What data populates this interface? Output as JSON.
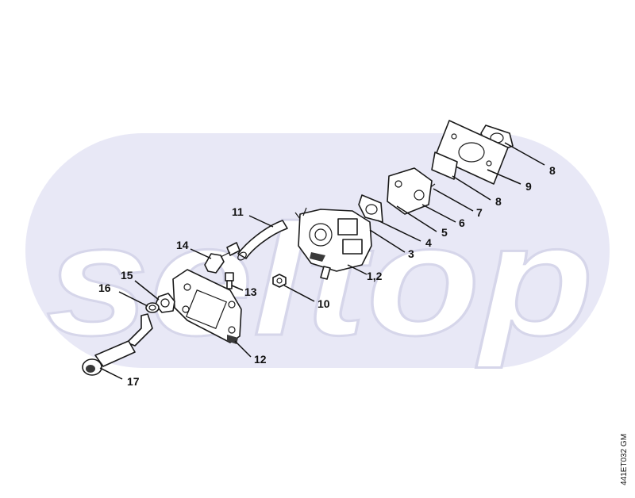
{
  "diagram": {
    "drawing_code": "441ET032 GM",
    "watermark": "seltop",
    "colors": {
      "watermark_fill": "#e8e8f6",
      "line": "#1a1a1a",
      "background": "#ffffff"
    },
    "callouts": [
      {
        "id": "c8a",
        "label": "8"
      },
      {
        "id": "c9",
        "label": "9"
      },
      {
        "id": "c8b",
        "label": "8"
      },
      {
        "id": "c7",
        "label": "7"
      },
      {
        "id": "c6",
        "label": "6"
      },
      {
        "id": "c5",
        "label": "5"
      },
      {
        "id": "c4",
        "label": "4"
      },
      {
        "id": "c3",
        "label": "3"
      },
      {
        "id": "c12a",
        "label": "1,2"
      },
      {
        "id": "c10",
        "label": "10"
      },
      {
        "id": "c11",
        "label": "11"
      },
      {
        "id": "c14",
        "label": "14"
      },
      {
        "id": "c13",
        "label": "13"
      },
      {
        "id": "c12",
        "label": "12"
      },
      {
        "id": "c15",
        "label": "15"
      },
      {
        "id": "c16",
        "label": "16"
      },
      {
        "id": "c17",
        "label": "17"
      }
    ]
  }
}
